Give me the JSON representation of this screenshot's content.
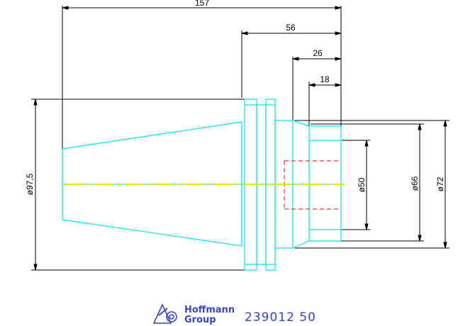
{
  "dimensions": {
    "overall_length": "157",
    "length_56": "56",
    "length_26": "26",
    "length_18": "18",
    "dia_97_5": "ø97,5",
    "dia_50": "ø50",
    "dia_66": "ø66",
    "dia_72": "ø72"
  },
  "footer": {
    "brand_line1": "Hoffmann",
    "brand_line2": "Group",
    "part_number": "239012  50"
  },
  "colors": {
    "outline": "#00e5f0",
    "dimension": "#000000",
    "centerline_dash": "#e6e600",
    "hidden_line": "#ff0000",
    "brand": "#3a44c8"
  }
}
